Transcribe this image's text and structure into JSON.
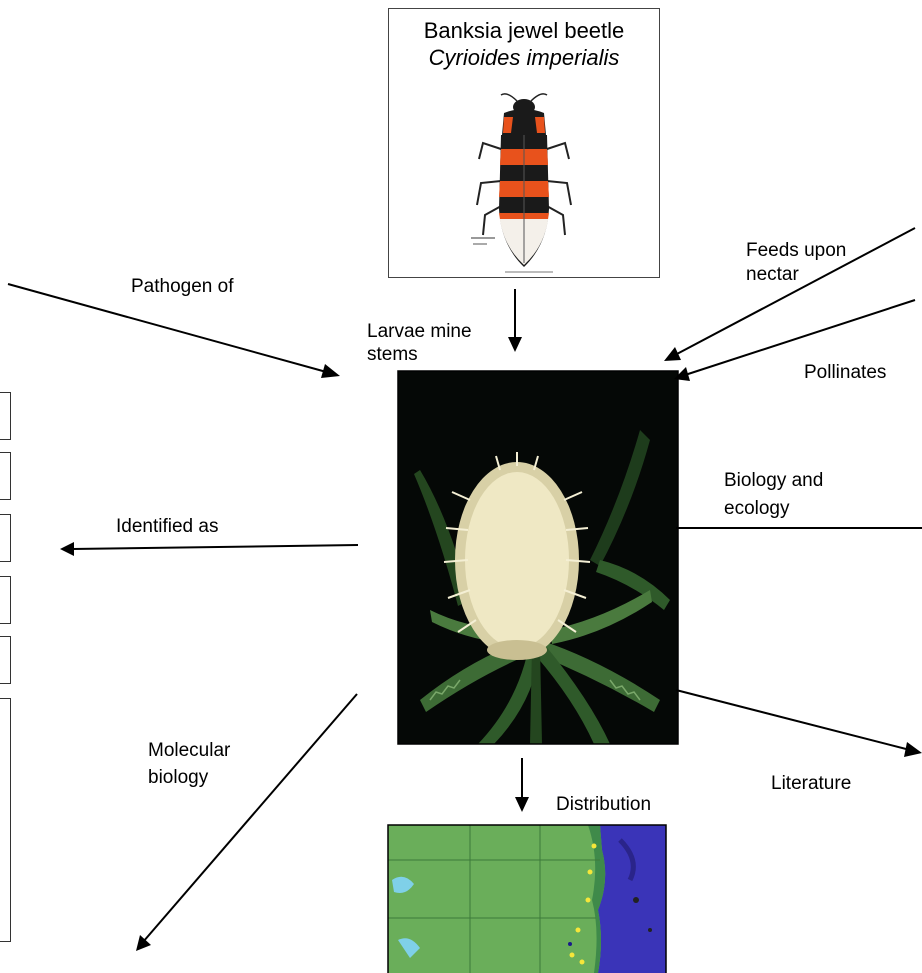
{
  "beetle": {
    "common_name": "Banksia jewel beetle",
    "scientific_name": "Cyrioides imperialis"
  },
  "relations": {
    "pathogen": "Pathogen of",
    "larvae_1": "Larvae mine",
    "larvae_2": "stems",
    "feeds_1": "Feeds upon",
    "feeds_2": "nectar",
    "pollinates": "Pollinates",
    "biology_1": "Biology and",
    "biology_2": "ecology",
    "identified": "Identified as",
    "molecular_1": "Molecular",
    "molecular_2": "biology",
    "literature": "Literature",
    "distribution": "Distribution"
  },
  "icons": {
    "beetle": "jewel-beetle-icon",
    "flower": "banksia-flower-icon",
    "map": "distribution-map-icon"
  },
  "colors": {
    "beetle_orange": "#e8521c",
    "beetle_black": "#1a1a1a",
    "flower_cream": "#efe8c4",
    "leaf_green": "#2f5a2a",
    "map_land": "#6aae5a",
    "map_sea": "#3a34b8"
  }
}
